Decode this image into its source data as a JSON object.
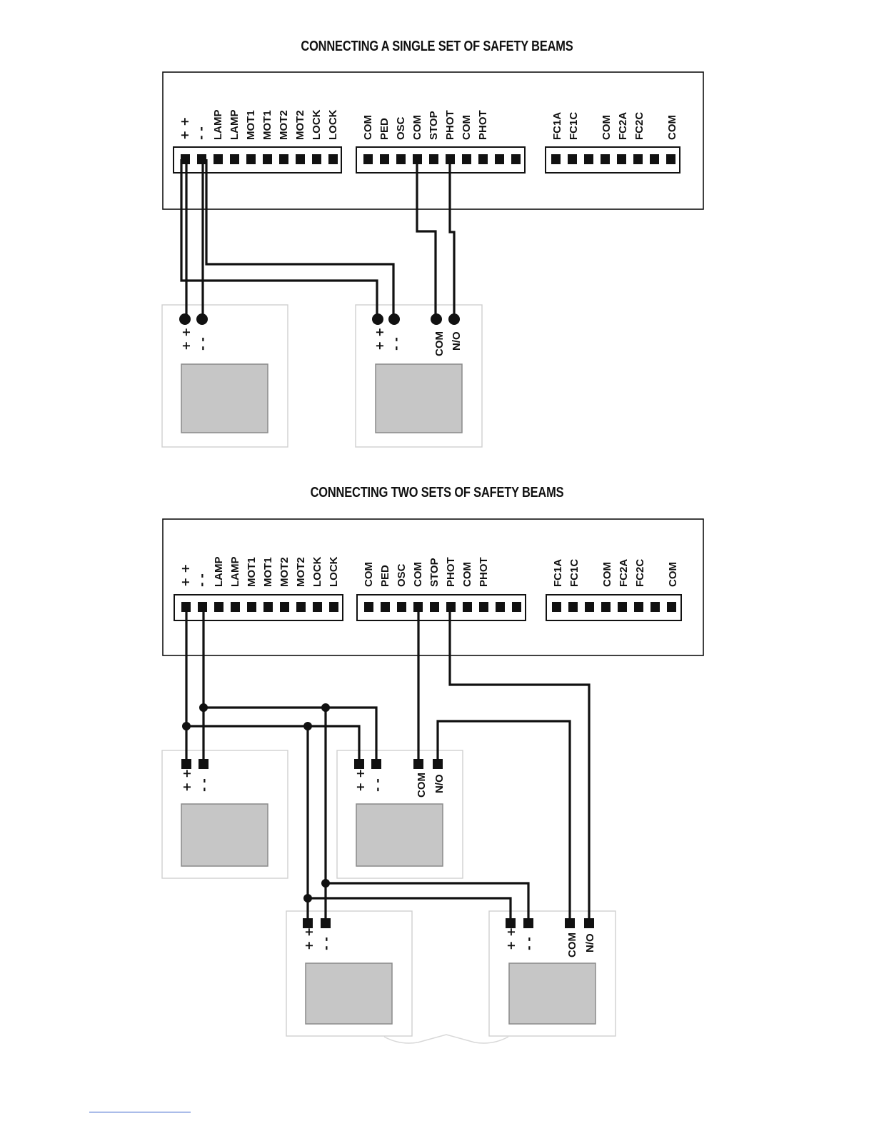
{
  "diagram1": {
    "title": "CONNECTING A SINGLE SET OF SAFETY BEAMS",
    "strip1_labels": [
      "+ +",
      "- -",
      "LAMP",
      "LAMP",
      "MOT1",
      "MOT1",
      "MOT2",
      "MOT2",
      "LOCK",
      "LOCK"
    ],
    "strip2_labels": [
      "COM",
      "PED",
      "OSC",
      "COM",
      "STOP",
      "PHOT",
      "COM",
      "PHOT"
    ],
    "strip3_labels": [
      "FC1A",
      "FC1C",
      "COM",
      "FC2A",
      "FC2C",
      "COM"
    ],
    "transmitter": {
      "plus": "+ +",
      "minus": "- -"
    },
    "receiver": {
      "plus": "+ +",
      "minus": "- -",
      "com": "COM",
      "no": "N/O"
    }
  },
  "diagram2": {
    "title": "CONNECTING TWO SETS OF SAFETY BEAMS",
    "strip1_labels": [
      "+ +",
      "- -",
      "LAMP",
      "LAMP",
      "MOT1",
      "MOT1",
      "MOT2",
      "MOT2",
      "LOCK",
      "LOCK"
    ],
    "strip2_labels": [
      "COM",
      "PED",
      "OSC",
      "COM",
      "STOP",
      "PHOT",
      "COM",
      "PHOT"
    ],
    "strip3_labels": [
      "FC1A",
      "FC1C",
      "COM",
      "FC2A",
      "FC2C",
      "COM"
    ],
    "transmitter1": {
      "plus": "+ +",
      "minus": "- -"
    },
    "receiver1": {
      "plus": "+ +",
      "minus": "- -",
      "com": "COM",
      "no": "N/O"
    },
    "transmitter2": {
      "plus": "+ +",
      "minus": "- -"
    },
    "receiver2": {
      "plus": "+ +",
      "minus": "- -",
      "com": "COM",
      "no": "N/O"
    }
  }
}
